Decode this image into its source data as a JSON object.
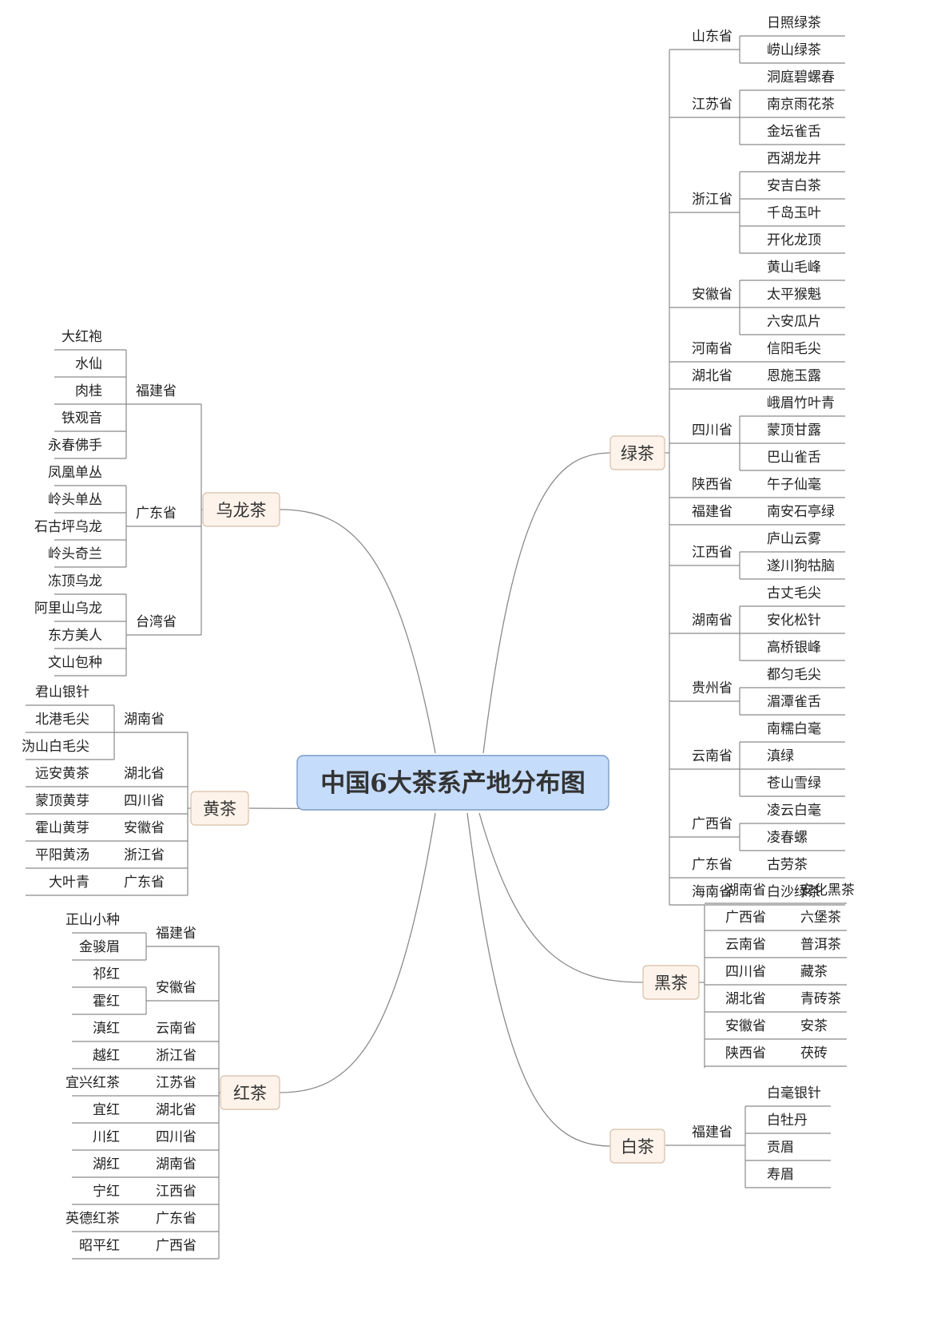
{
  "title": "中国6大茶系产地分布图",
  "colors": {
    "center_fill": "#c6dcfb",
    "center_stroke": "#7a9cc8",
    "branch_fill": "#fdf3ea",
    "branch_stroke": "#d8bfa8",
    "line": "#8a8a8a",
    "text": "#222222"
  },
  "branches": [
    {
      "name": "绿茶",
      "groups": [
        {
          "province": "山东省",
          "teas": [
            "日照绿茶",
            "崂山绿茶"
          ]
        },
        {
          "province": "江苏省",
          "teas": [
            "洞庭碧螺春",
            "南京雨花茶",
            "金坛雀舌"
          ]
        },
        {
          "province": "浙江省",
          "teas": [
            "西湖龙井",
            "安吉白茶",
            "千岛玉叶",
            "开化龙顶"
          ]
        },
        {
          "province": "安徽省",
          "teas": [
            "黄山毛峰",
            "太平猴魁",
            "六安瓜片"
          ]
        },
        {
          "province": "河南省",
          "teas": [
            "信阳毛尖"
          ]
        },
        {
          "province": "湖北省",
          "teas": [
            "恩施玉露"
          ]
        },
        {
          "province": "四川省",
          "teas": [
            "峨眉竹叶青",
            "蒙顶甘露",
            "巴山雀舌"
          ]
        },
        {
          "province": "陕西省",
          "teas": [
            "午子仙毫"
          ]
        },
        {
          "province": "福建省",
          "teas": [
            "南安石亭绿"
          ]
        },
        {
          "province": "江西省",
          "teas": [
            "庐山云雾",
            "遂川狗牯脑"
          ]
        },
        {
          "province": "湖南省",
          "teas": [
            "古丈毛尖",
            "安化松针",
            "高桥银峰"
          ]
        },
        {
          "province": "贵州省",
          "teas": [
            "都匀毛尖",
            "湄潭雀舌"
          ]
        },
        {
          "province": "云南省",
          "teas": [
            "南糯白毫",
            "滇绿",
            "苍山雪绿"
          ]
        },
        {
          "province": "广西省",
          "teas": [
            "凌云白毫",
            "凌春螺"
          ]
        },
        {
          "province": "广东省",
          "teas": [
            "古劳茶"
          ]
        },
        {
          "province": "海南省",
          "teas": [
            "白沙绿茶"
          ]
        }
      ]
    },
    {
      "name": "黑茶",
      "pairs": [
        {
          "province": "湖南省",
          "tea": "安化黑茶"
        },
        {
          "province": "广西省",
          "tea": "六堡茶"
        },
        {
          "province": "云南省",
          "tea": "普洱茶"
        },
        {
          "province": "四川省",
          "tea": "藏茶"
        },
        {
          "province": "湖北省",
          "tea": "青砖茶"
        },
        {
          "province": "安徽省",
          "tea": "安茶"
        },
        {
          "province": "陕西省",
          "tea": "茯砖"
        }
      ]
    },
    {
      "name": "白茶",
      "groups": [
        {
          "province": "福建省",
          "teas": [
            "白毫银针",
            "白牡丹",
            "贡眉",
            "寿眉"
          ]
        }
      ]
    },
    {
      "name": "乌龙茶",
      "groups": [
        {
          "province": "福建省",
          "teas": [
            "大红袍",
            "水仙",
            "肉桂",
            "铁观音",
            "永春佛手"
          ]
        },
        {
          "province": "广东省",
          "teas": [
            "凤凰单丛",
            "岭头单丛",
            "石古坪乌龙",
            "岭头奇兰"
          ]
        },
        {
          "province": "台湾省",
          "teas": [
            "冻顶乌龙",
            "阿里山乌龙",
            "东方美人",
            "文山包种"
          ]
        }
      ]
    },
    {
      "name": "黄茶",
      "groups": [
        {
          "province": "湖南省",
          "teas": [
            "君山银针",
            "北港毛尖",
            "沩山白毛尖"
          ]
        },
        {
          "province": "湖北省",
          "teas": [
            "远安黄茶"
          ]
        },
        {
          "province": "四川省",
          "teas": [
            "蒙顶黄芽"
          ]
        },
        {
          "province": "安徽省",
          "teas": [
            "霍山黄芽"
          ]
        },
        {
          "province": "浙江省",
          "teas": [
            "平阳黄汤"
          ]
        },
        {
          "province": "广东省",
          "teas": [
            "大叶青"
          ]
        }
      ]
    },
    {
      "name": "红茶",
      "groups": [
        {
          "province": "福建省",
          "teas": [
            "正山小种",
            "金骏眉"
          ]
        },
        {
          "province": "安徽省",
          "teas": [
            "祁红",
            "霍红"
          ]
        },
        {
          "province": "云南省",
          "teas": [
            "滇红"
          ]
        },
        {
          "province": "浙江省",
          "teas": [
            "越红"
          ]
        },
        {
          "province": "江苏省",
          "teas": [
            "宜兴红茶"
          ]
        },
        {
          "province": "湖北省",
          "teas": [
            "宜红"
          ]
        },
        {
          "province": "四川省",
          "teas": [
            "川红"
          ]
        },
        {
          "province": "湖南省",
          "teas": [
            "湖红"
          ]
        },
        {
          "province": "江西省",
          "teas": [
            "宁红"
          ]
        },
        {
          "province": "广东省",
          "teas": [
            "英德红茶"
          ]
        },
        {
          "province": "广西省",
          "teas": [
            "昭平红"
          ]
        }
      ]
    }
  ]
}
